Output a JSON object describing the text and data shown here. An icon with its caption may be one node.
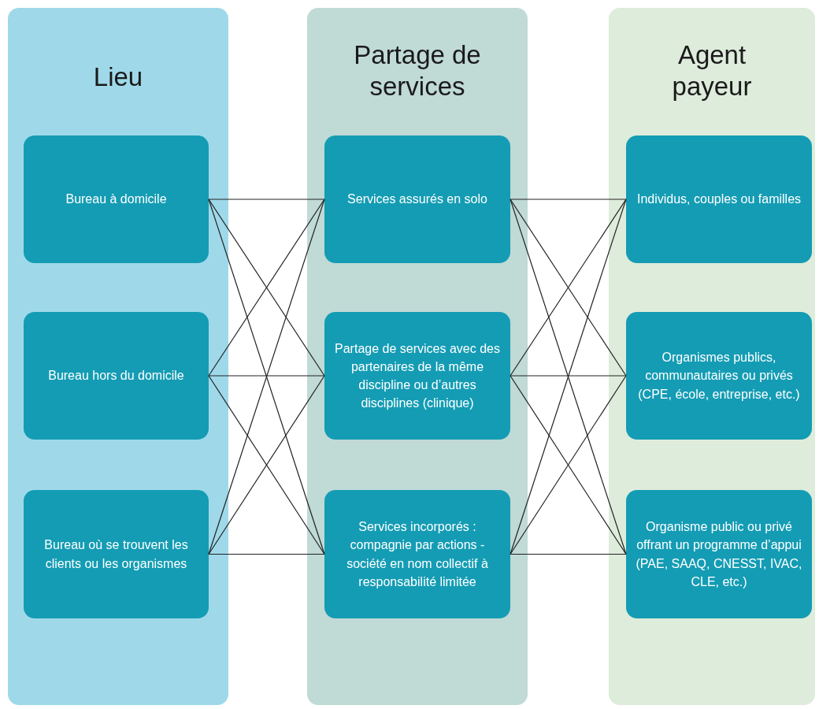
{
  "diagram": {
    "nodes": [
      {
        "text": [
          "Lieu"
        ]
      },
      {
        "text": [
          "Bureau à domicile"
        ],
        "in": 0
      },
      {
        "text": [
          "Bureau hors du domicile"
        ],
        "in": 0
      },
      {
        "text": [
          "Bureau où se trouvent les clients ou les organismes"
        ],
        "in": 0
      },
      {
        "text": [
          "Partage de services"
        ]
      },
      {
        "text": [
          "Services assurés en solo"
        ],
        "in": 4
      },
      {
        "text": [
          "Partage de services avec des partenaires de la même discipline ou d’autres disciplines (clinique)"
        ],
        "in": 4
      },
      {
        "text": [
          "Services incorporés : compagnie par actions - société en nom collectif à responsabilité limitée"
        ],
        "in": 4
      },
      {
        "text": [
          "Agent payeur"
        ]
      },
      {
        "text": [
          "Individus, couples ou familles"
        ],
        "in": 8
      },
      {
        "text": [
          "Organismes publics, communautaires ou privés (CPE, école, entreprise, etc.)"
        ],
        "in": 8
      },
      {
        "text": [
          "Organisme public ou privé offrant un programme d’appui (PAE, SAAQ, CNESST, IVAC, CLE, etc.)"
        ],
        "in": 8
      }
    ],
    "edges": [
      {
        "from": 1,
        "to": 5,
        "arrow": "none"
      },
      {
        "from": 1,
        "to": 6,
        "arrow": "none"
      },
      {
        "from": 1,
        "to": 7,
        "arrow": "none"
      },
      {
        "from": 2,
        "to": 5,
        "arrow": "none"
      },
      {
        "from": 2,
        "to": 6,
        "arrow": "none"
      },
      {
        "from": 2,
        "to": 7,
        "arrow": "none"
      },
      {
        "from": 3,
        "to": 5,
        "arrow": "none"
      },
      {
        "from": 3,
        "to": 6,
        "arrow": "none"
      },
      {
        "from": 3,
        "to": 7,
        "arrow": "none"
      },
      {
        "from": 5,
        "to": 9,
        "arrow": "none"
      },
      {
        "from": 5,
        "to": 10,
        "arrow": "none"
      },
      {
        "from": 5,
        "to": 11,
        "arrow": "none"
      },
      {
        "from": 6,
        "to": 9,
        "arrow": "none"
      },
      {
        "from": 6,
        "to": 10,
        "arrow": "none"
      },
      {
        "from": 6,
        "to": 11,
        "arrow": "none"
      },
      {
        "from": 7,
        "to": 9,
        "arrow": "none"
      },
      {
        "from": 7,
        "to": 10,
        "arrow": "none"
      },
      {
        "from": 7,
        "to": 11,
        "arrow": "none"
      }
    ]
  }
}
